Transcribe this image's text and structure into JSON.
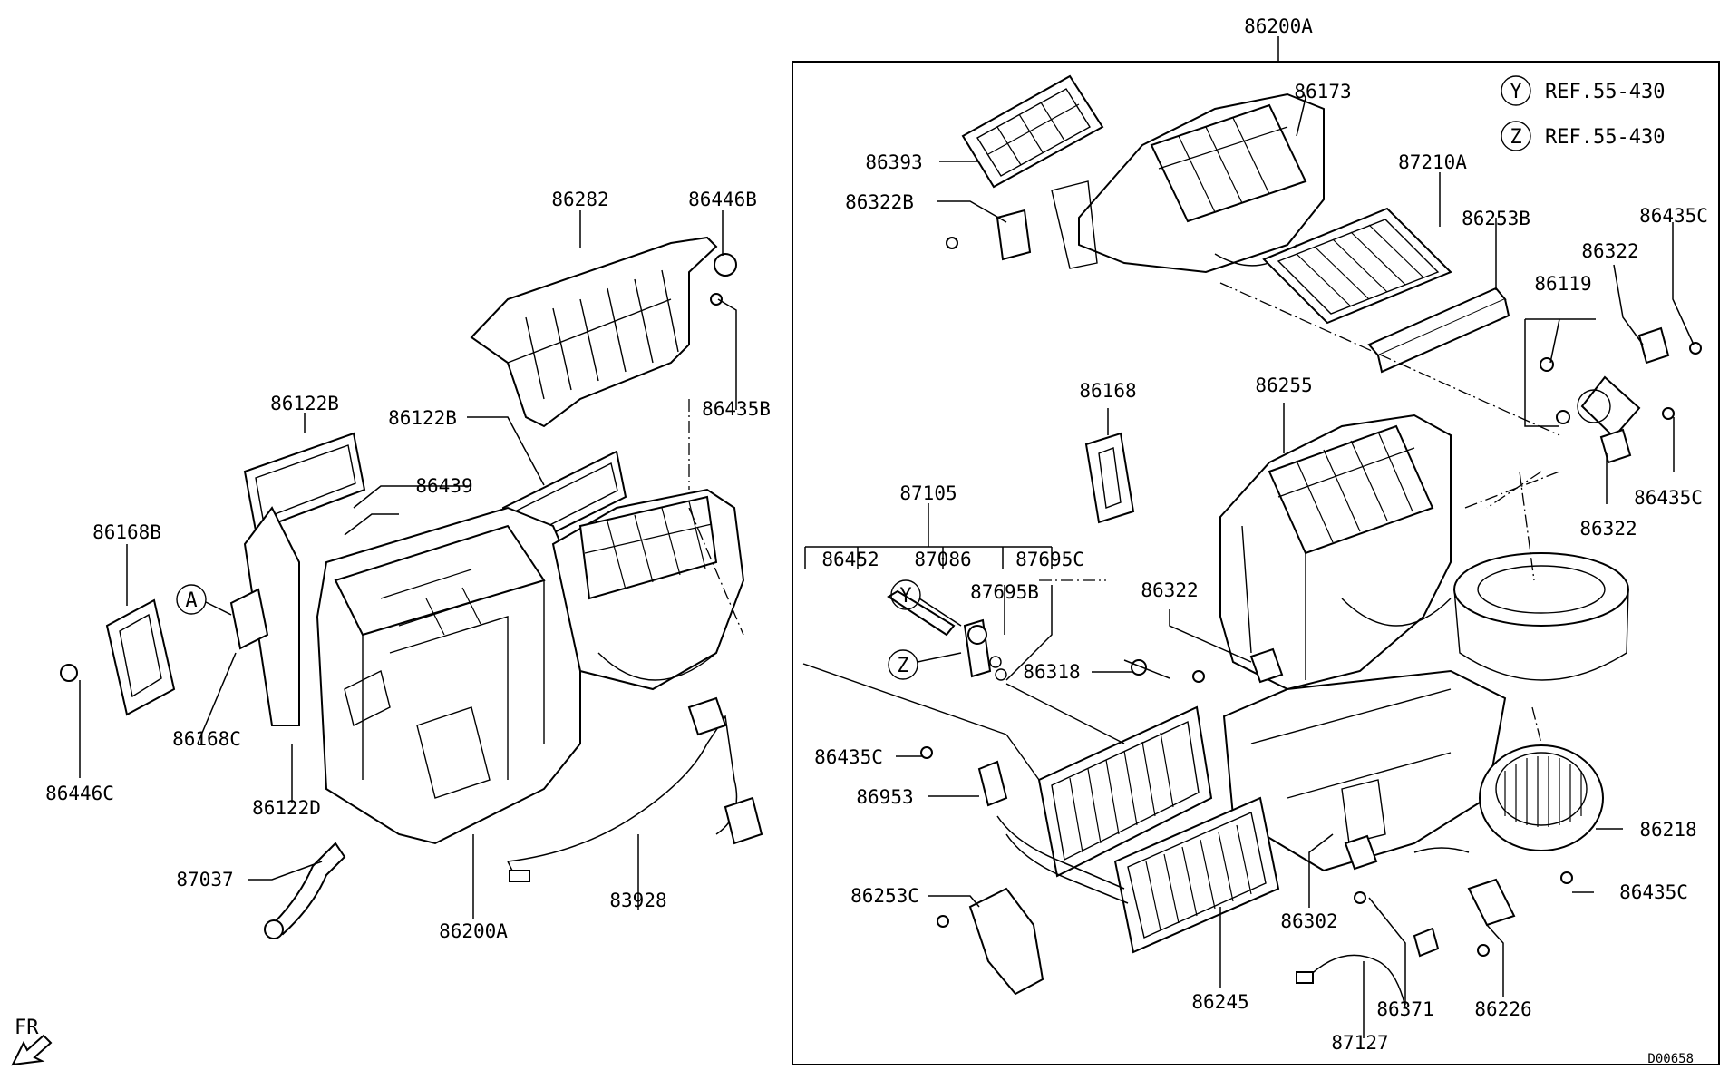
{
  "diagram": {
    "drawing_code": "D00658",
    "direction_label": "FR",
    "box_label": "86200A",
    "references": [
      {
        "marker": "Y",
        "text": "REF.55-430"
      },
      {
        "marker": "Z",
        "text": "REF.55-430"
      }
    ],
    "markers": [
      "A",
      "Y",
      "Z"
    ],
    "left_labels": [
      "86282",
      "86446B",
      "86435B",
      "86122B",
      "86122B",
      "86439",
      "86168B",
      "86168C",
      "86446C",
      "86122D",
      "87037",
      "86200A",
      "83928"
    ],
    "box_labels": [
      "86173",
      "86393",
      "86322B",
      "87210A",
      "86253B",
      "86435C",
      "86322",
      "86119",
      "86168",
      "86255",
      "86435C",
      "86322",
      "87105",
      "86452",
      "87086",
      "87695C",
      "87695B",
      "86322",
      "86318",
      "86435C",
      "86953",
      "86253C",
      "86218",
      "86435C",
      "86302",
      "86245",
      "86371",
      "86226",
      "87127"
    ]
  }
}
